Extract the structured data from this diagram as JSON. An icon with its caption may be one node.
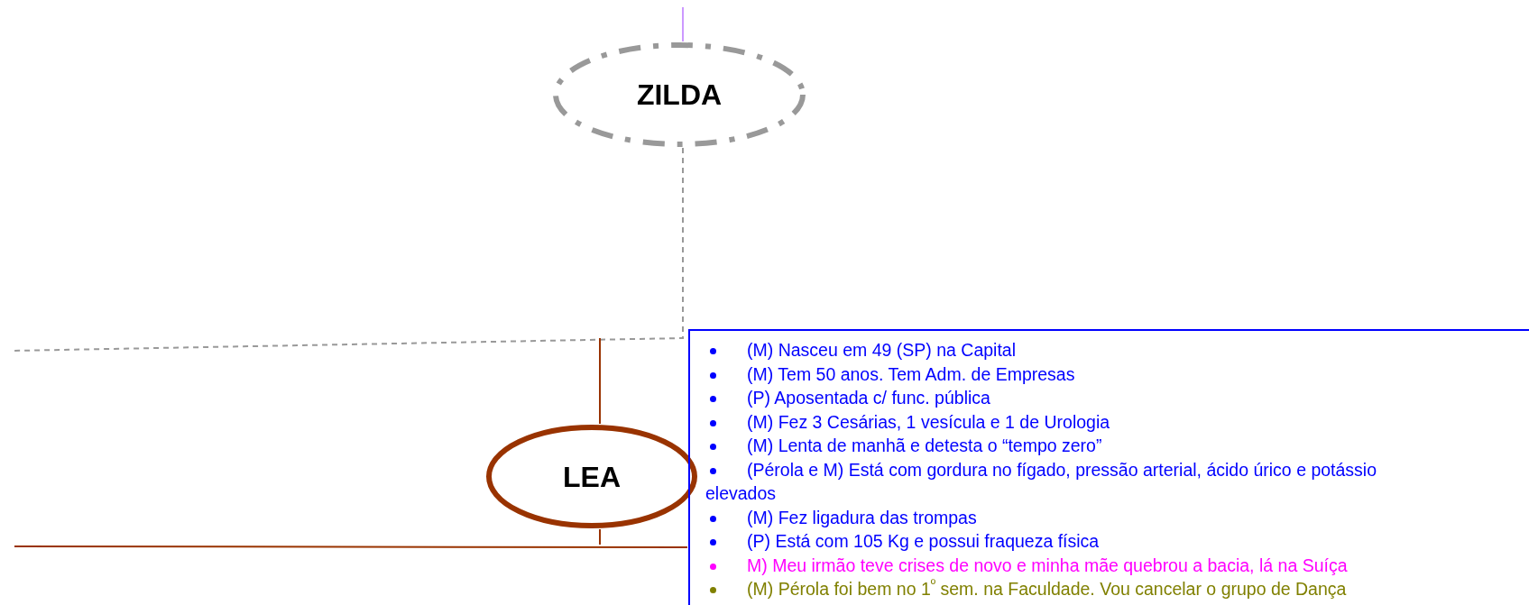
{
  "diagram": {
    "nodes": [
      {
        "text": [
          "ZILDA"
        ]
      },
      {
        "text": [
          "LEA"
        ]
      },
      {
        "text": [
          "(M) Nasceu em 49 (SP) na Capital",
          "(M) Tem 50 anos. Tem Adm. de Empresas",
          "(P) Aposentada c/ func. pública",
          "(M) Fez 3 Cesárias, 1 vesícula e 1 de Urologia",
          "(M) Lenta de manhã e detesta o “tempo zero”",
          "(Pérola e M) Está com gordura no fígado, pressão arterial, ácido úrico e potássio elevados",
          "(M) Fez ligadura das trompas",
          "(P) Está com 105 Kg e possui fraqueza física",
          "M) Meu irmão teve crises de novo e minha mãe quebrou a bacia, lá na Suíça",
          "(M) Pérola foi bem no 1$^{º}$ sem. na Faculdade. Vou cancelar o grupo de Dança"
        ]
      }
    ],
    "edges": [
      {
        "from": null,
        "to": 0,
        "arrow": "none",
        "color": "#cc99ff"
      },
      {
        "from": 0,
        "to": null,
        "arrow": "none",
        "style": "dashed",
        "color": "#999999"
      },
      {
        "from": 1,
        "to": null,
        "arrow": "none",
        "color": "#993300"
      },
      {
        "from": 1,
        "to": null,
        "arrow": "none",
        "color": "#993300"
      }
    ]
  }
}
